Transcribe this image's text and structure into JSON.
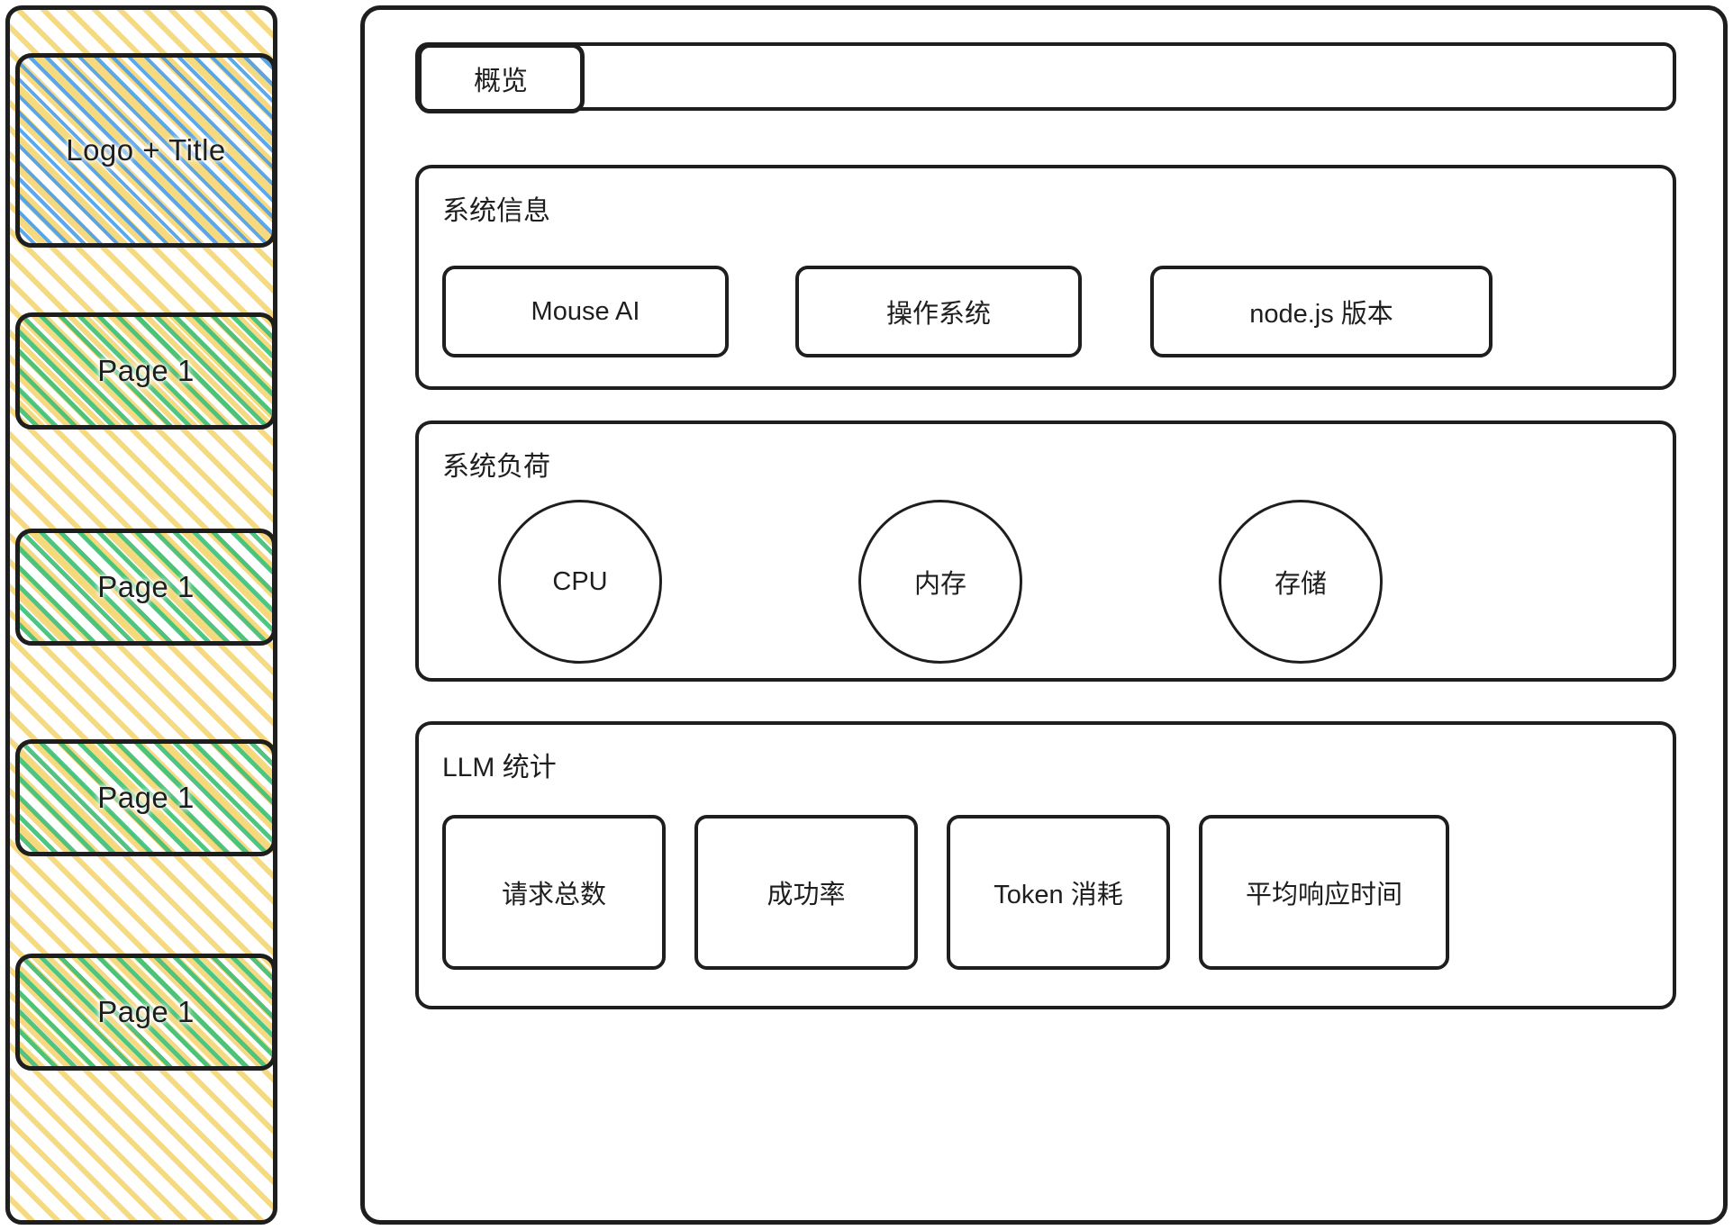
{
  "sidebar": {
    "items": [
      {
        "label": "Logo + Title",
        "style": "blue"
      },
      {
        "label": "Page 1",
        "style": "green"
      },
      {
        "label": "Page 1",
        "style": "green"
      },
      {
        "label": "Page 1",
        "style": "green"
      },
      {
        "label": "Page 1",
        "style": "green"
      }
    ]
  },
  "tabs": {
    "active": "概览",
    "items": [
      {
        "label": "概览"
      }
    ]
  },
  "panels": {
    "system_info": {
      "title": "系统信息",
      "cards": [
        {
          "label": "Mouse AI"
        },
        {
          "label": "操作系统"
        },
        {
          "label": "node.js 版本"
        }
      ]
    },
    "system_load": {
      "title": "系统负荷",
      "gauges": [
        {
          "label": "CPU"
        },
        {
          "label": "内存"
        },
        {
          "label": "存储"
        }
      ]
    },
    "llm_stats": {
      "title": "LLM 统计",
      "cards": [
        {
          "label": "请求总数"
        },
        {
          "label": "成功率"
        },
        {
          "label": "Token 消耗"
        },
        {
          "label": "平均响应时间"
        }
      ]
    }
  },
  "colors": {
    "stroke": "#1e1e1e",
    "hatch_yellow": "#f5d87a",
    "hatch_blue": "#4a9eea",
    "hatch_green": "#40c078",
    "background": "#ffffff"
  }
}
